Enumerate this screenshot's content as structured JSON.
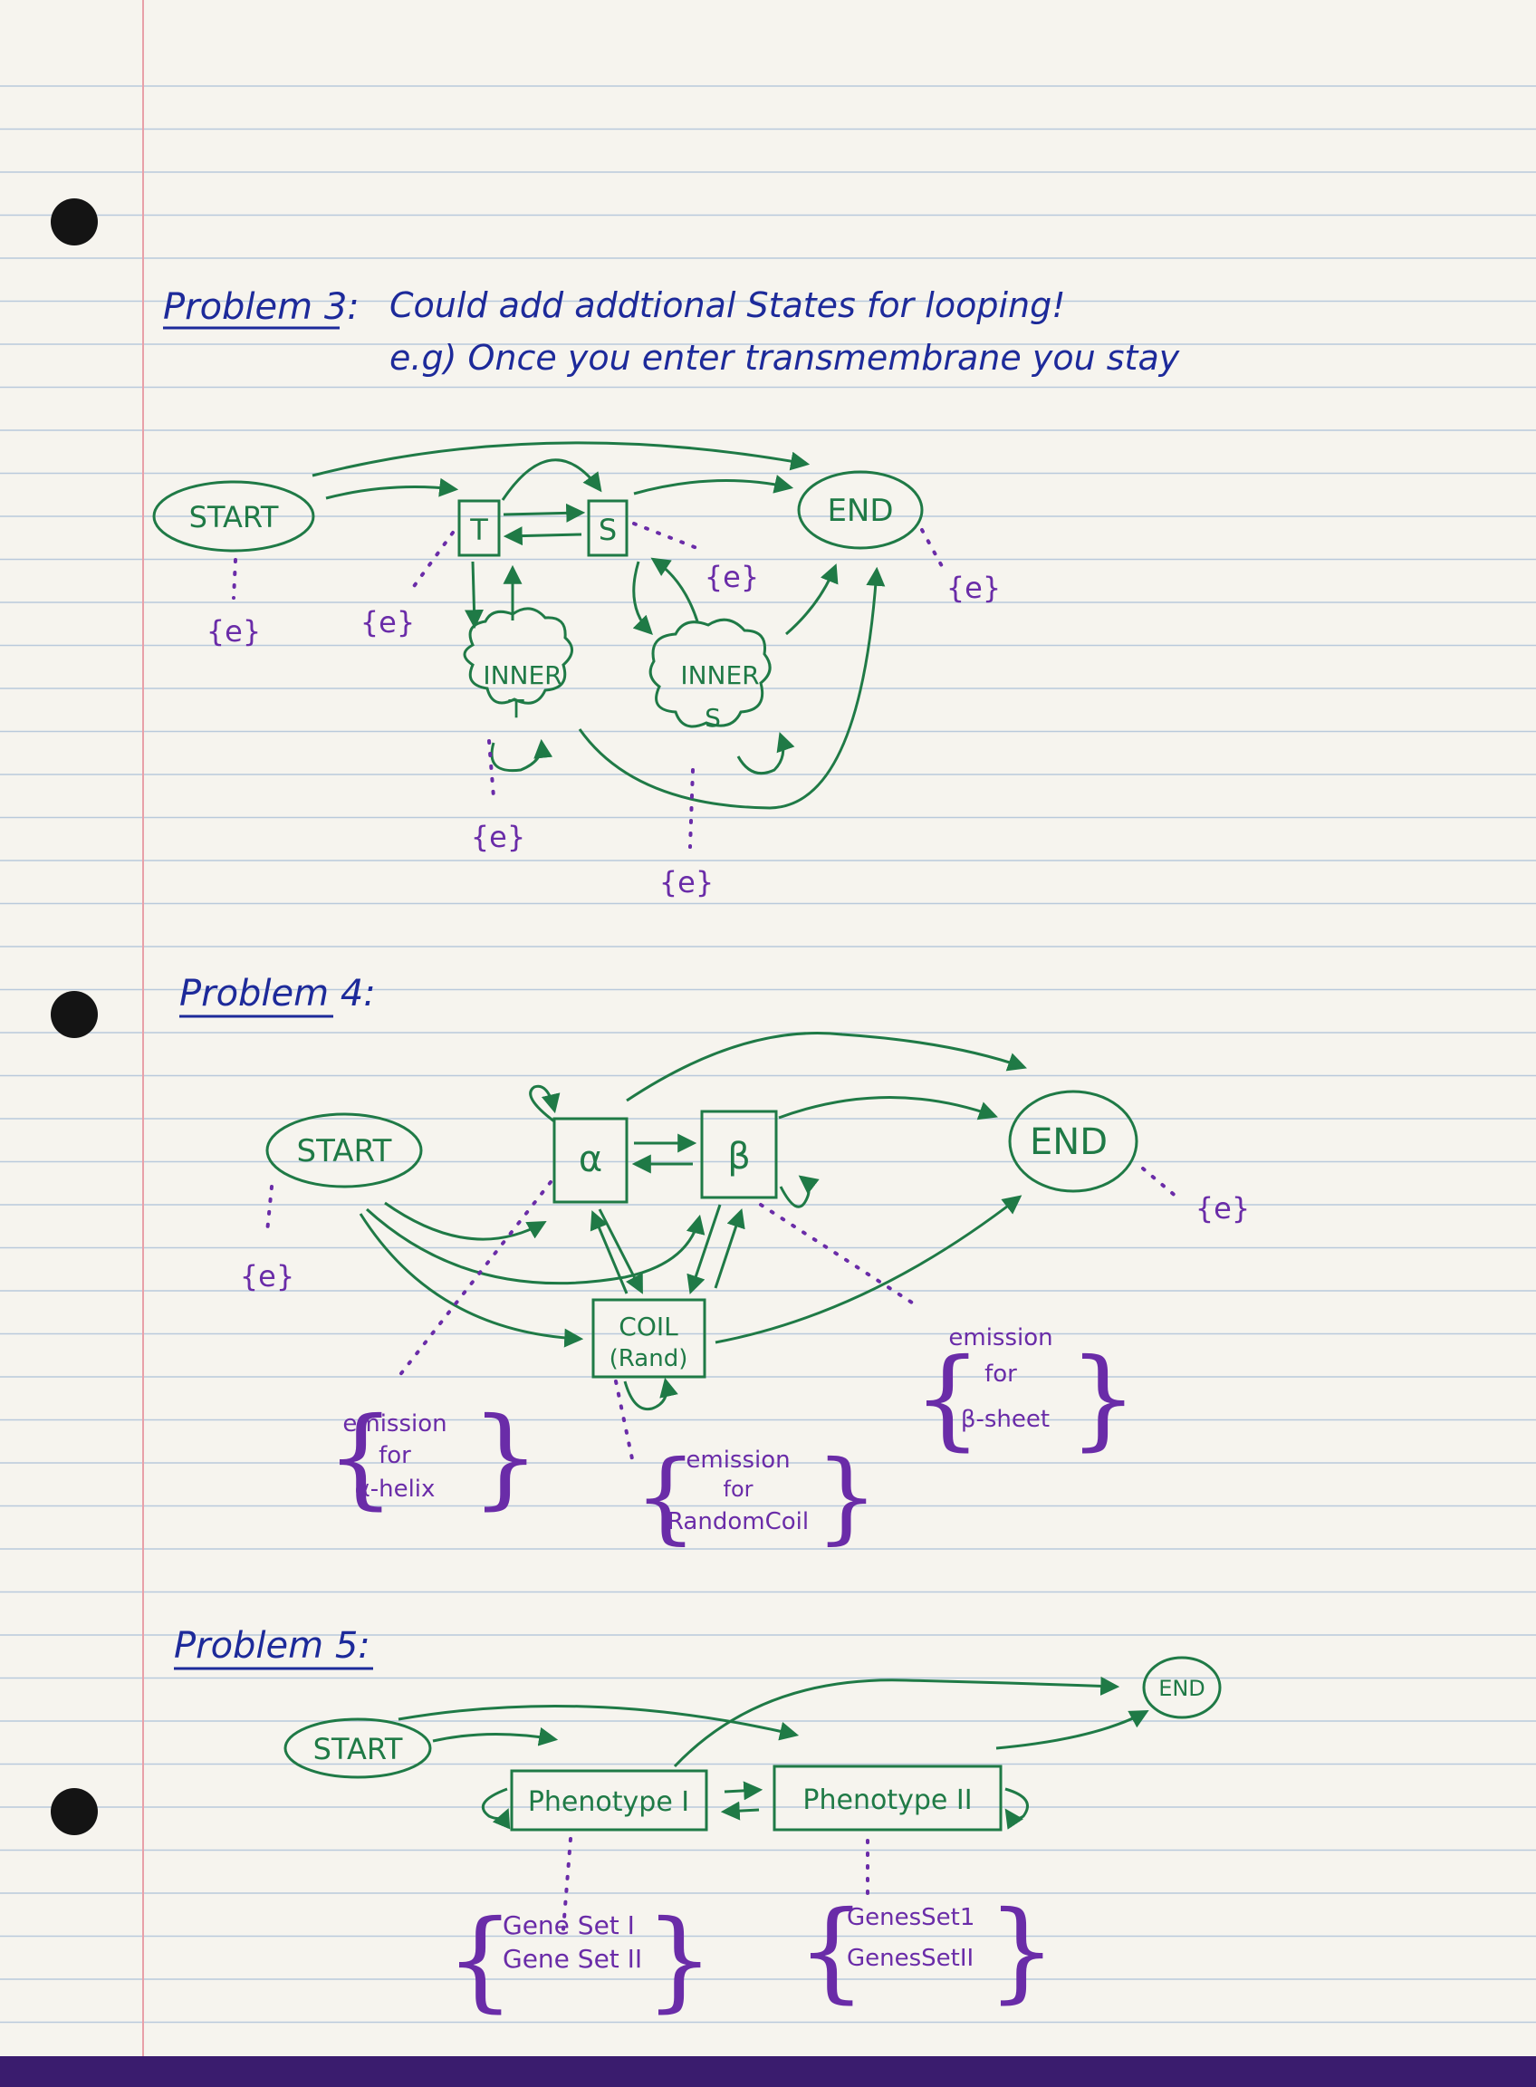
{
  "colors": {
    "paper": "#f6f4ee",
    "rule": "#b9c9db",
    "margin": "#e8a0a8",
    "green": "#1f7a46",
    "blue": "#1d2a9a",
    "purple": "#6a2ca8",
    "hole": "#141414",
    "bottom": "#3a1c6e"
  },
  "p3": {
    "heading": "Problem 3:",
    "note1": "Could add addtional States for looping!",
    "note2": "e.g) Once you enter transmembrane you stay",
    "start": "START",
    "t": "T",
    "s": "S",
    "end": "END",
    "inner_t_1": "INNER",
    "inner_t_2": "T",
    "inner_s_1": "INNER",
    "inner_s_2": "S",
    "emit": "{e}"
  },
  "p4": {
    "heading": "Problem 4:",
    "start": "START",
    "alpha": "α",
    "beta": "β",
    "end": "END",
    "coil_1": "COIL",
    "coil_2": "(Rand)",
    "emit": "{e}",
    "alpha_em_1": "emission",
    "alpha_em_2": "for",
    "alpha_em_3": "α-helix",
    "coil_em_1": "emission",
    "coil_em_2": "for",
    "coil_em_3": "RandomCoil",
    "beta_em_1": "emission",
    "beta_em_2": "for",
    "beta_em_3": "β-sheet"
  },
  "p5": {
    "heading": "Problem 5:",
    "start": "START",
    "end": "END",
    "ph1": "Phenotype I",
    "ph2": "Phenotype II",
    "g1_1": "Gene Set I",
    "g1_2": "Gene Set II",
    "g2_1": "GenesSet1",
    "g2_2": "GenesSetII"
  }
}
